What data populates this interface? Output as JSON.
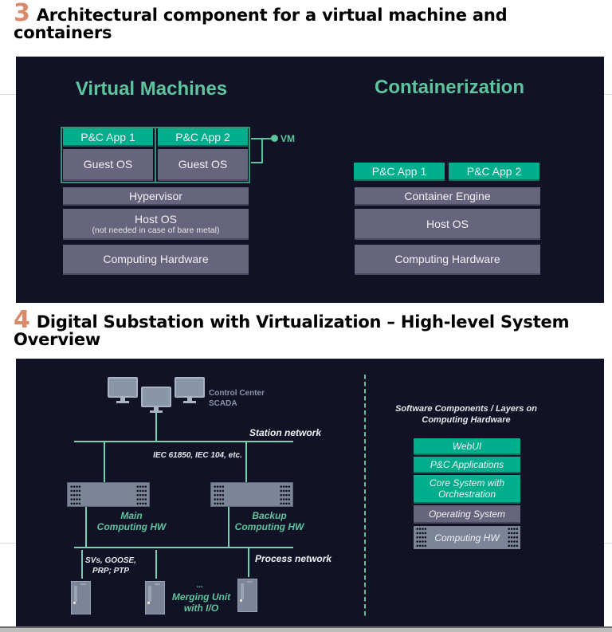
{
  "sections": {
    "s3": {
      "number": "3",
      "title": "Architectural component for a virtual machine and containers"
    },
    "s4": {
      "number": "4",
      "title": "Digital Substation with Virtualization – High-level System Overview"
    }
  },
  "vm_diagram": {
    "title": "Virtual Machines",
    "apps": [
      "P&C App 1",
      "P&C App 2"
    ],
    "guest_os": [
      "Guest OS",
      "Guest OS"
    ],
    "vm_label": "VM",
    "hypervisor": "Hypervisor",
    "host_os": "Host OS",
    "host_os_note": "(not needed in case of bare metal)",
    "hardware": "Computing Hardware"
  },
  "container_diagram": {
    "title": "Containerization",
    "apps": [
      "P&C App 1",
      "P&C App 2"
    ],
    "engine": "Container Engine",
    "host_os": "Host OS",
    "hardware": "Computing Hardware"
  },
  "system_overview": {
    "control_center": [
      "Control Center",
      "SCADA"
    ],
    "station_network": "Station network",
    "station_protocols": "IEC 61850, IEC 104, etc.",
    "main_hw": [
      "Main",
      "Computing HW"
    ],
    "backup_hw": [
      "Backup",
      "Computing HW"
    ],
    "process_network": "Process network",
    "process_protocols": [
      "SVs, GOOSE,",
      "PRP; PTP"
    ],
    "ellipsis": "...",
    "merging_unit": [
      "Merging Unit",
      "with I/O"
    ],
    "layers_title": [
      "Software Components / Layers on",
      "Computing Hardware"
    ],
    "layers": [
      "WebUI",
      "P&C Applications",
      "Core System with Orchestration",
      "Operating System",
      "Computing HW"
    ]
  },
  "colors": {
    "panel_bg": "#111226",
    "accent_green": "#00ad8c",
    "title_green": "#5fc49e",
    "layer_gray": "#67657d",
    "heading_number": "#d98a68"
  }
}
